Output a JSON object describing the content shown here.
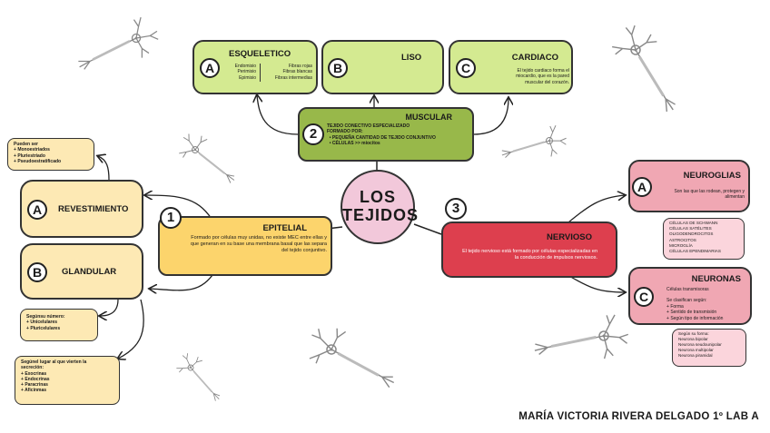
{
  "center": {
    "line1": "LOS",
    "line2": "TEJIDOS"
  },
  "muscular": {
    "title": "MUSCULAR",
    "number": "2",
    "lines": [
      "TEJIDO CONECTIVO ESPECIALIZADO",
      "FORMADO POR:"
    ],
    "bullets": [
      "PEQUEÑA CANTIDAD DE TEJIDO CONJUNTIVO",
      "CÉLULAS >> miocitos"
    ]
  },
  "esqueletico": {
    "letter": "A",
    "title": "ESQUELETICO",
    "left": [
      "Endomisio",
      "Perimisio",
      "Epimisio"
    ],
    "right": [
      "Fibras rojas",
      "Fibras blancas",
      "Fibras intermedias"
    ]
  },
  "liso": {
    "letter": "B",
    "title": "LISO"
  },
  "cardiaco": {
    "letter": "C",
    "title": "CARDIACO",
    "text": "El tejido cardiaco forma el miocardio, que es la pared muscular del corazón."
  },
  "epitelial": {
    "number": "1",
    "title": "EPITELIAL",
    "text": "Formado por células muy unidas, no existe MEC entre ellas y que generan en su base una membrana basal que las separa del tejido conjuntivo."
  },
  "revestimiento": {
    "letter": "A",
    "title": "REVESTIMIENTO",
    "note_header": "Pueden ser",
    "note_items": [
      "Monoestriados",
      "Pluriestriado",
      "Pseudoestratificado"
    ]
  },
  "glandular": {
    "letter": "B",
    "title": "GLANDULAR",
    "note1_header": "Segúnsu número:",
    "note1_items": [
      "Unicelulares",
      "Pluricelulares"
    ],
    "note2_header": "Segúnel lugar al que vierten la secreción:",
    "note2_items": [
      "Exocrinas",
      "Endocrinas",
      "Paracrinas",
      "Aficinmas"
    ]
  },
  "nervioso": {
    "number": "3",
    "title": "NERVIOSO",
    "text": "El tejido nervioso está formado por células especializadas en la conducción de impulsos nerviosos."
  },
  "neuroglias": {
    "letter": "A",
    "title": "NEUROGLIAS",
    "text": "Son las que las rodean, protegen y alimentan",
    "list": [
      "CÉLULAS DE SCHWANN",
      "CÉLULAS SATÉLITES",
      "OLIGODENDROCITOS",
      "ASTROCITOS",
      "MICROGLÍA",
      "CÉLULAS EPENDIMARIAS"
    ]
  },
  "neuronas": {
    "letter": "C",
    "title": "NEURONAS",
    "text": "Células transmisoras",
    "classify_header": "Se clasifican según:",
    "classify_items": [
      "Forma",
      "Sentido de transmisión",
      "Según tipo de información"
    ],
    "form_header": "Según su forma:",
    "form_items": [
      "Neurona bipolar",
      "Neurona seudounipolar",
      "Neurona multipolar",
      "Neurona piramidal"
    ]
  },
  "author": "MARÍA VICTORIA RIVERA DELGADO 1º LAB A"
}
